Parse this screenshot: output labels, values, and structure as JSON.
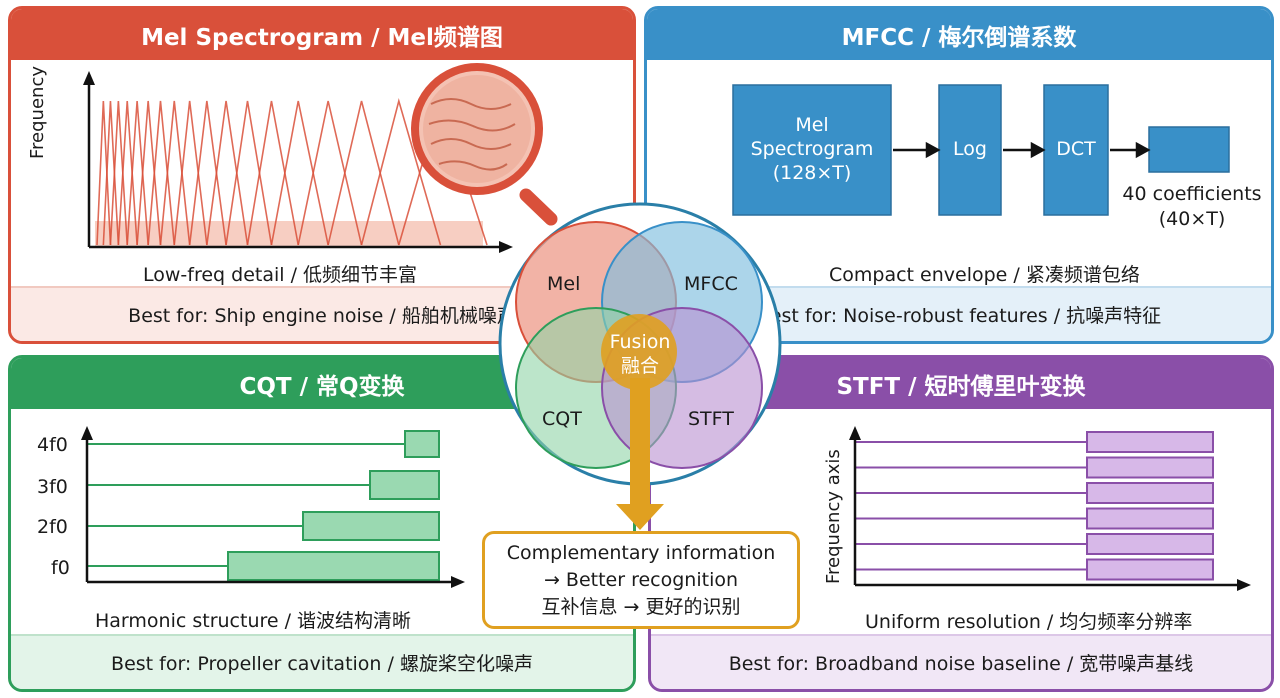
{
  "mel": {
    "title": "Mel Spectrogram / Mel频谱图",
    "y_axis_label": "Frequency",
    "caption": "Low-freq detail / 低频细节丰富",
    "best_for": "Best for: Ship engine noise / 船舶机械噪声",
    "color": "#d9503a"
  },
  "mfcc": {
    "title": "MFCC / 梅尔倒谱系数",
    "flow": [
      {
        "line1": "Mel",
        "line2": "Spectrogram",
        "line3": "(128×T)"
      },
      {
        "line1": "Log"
      },
      {
        "line1": "DCT"
      }
    ],
    "output_label_1": "40 coefficients",
    "output_label_2": "(40×T)",
    "caption": "Compact envelope / 紧凑频谱包络",
    "best_for": "Best for: Noise-robust features / 抗噪声特征",
    "color": "#3990c8"
  },
  "cqt": {
    "title": "CQT / 常Q变换",
    "harmonics": [
      "4f0",
      "3f0",
      "2f0",
      "f0"
    ],
    "caption": "Harmonic structure / 谐波结构清晰",
    "best_for": "Best for: Propeller cavitation / 螺旋桨空化噪声",
    "color": "#2e9e5b"
  },
  "stft": {
    "title": "STFT / 短时傅里叶变换",
    "y_axis_label": "Frequency axis",
    "caption": "Uniform resolution / 均匀频率分辨率",
    "best_for": "Best for: Broadband noise baseline / 宽带噪声基线",
    "color": "#8a4fa8"
  },
  "venn": {
    "mel": "Mel",
    "mfcc": "MFCC",
    "cqt": "CQT",
    "stft": "STFT",
    "fusion_en": "Fusion",
    "fusion_zh": "融合",
    "accent": "#e0a020"
  },
  "result": {
    "line1": "Complementary information",
    "line2": "→ Better recognition",
    "line3": "互补信息 → 更好的识别"
  }
}
